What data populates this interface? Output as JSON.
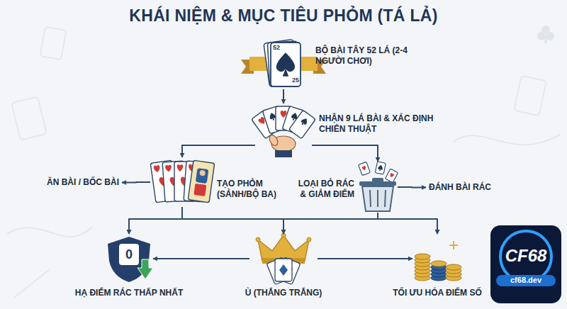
{
  "diagram": {
    "title": "KHÁI NIỆM & MỤC TIÊU PHỎM (TÁ LẢ)",
    "nodes": [
      {
        "text": [
          "BỘ BÀI TÂY 52 LÁ (2-4 NGƯỜI CHƠI)"
        ]
      },
      {
        "text": [
          "NHẬN 9 LÁ BÀI & XÁC ĐỊNH CHIẾN THUẬT"
        ]
      },
      {
        "text": [
          "ĂN BÀI / BỐC BÀI"
        ]
      },
      {
        "text": [
          "TẠO PHỎM (SẢNH/BỘ BA)"
        ]
      },
      {
        "text": [
          "LOẠI BỎ RÁC & GIẢM ĐIỂM"
        ]
      },
      {
        "text": [
          "ĐÁNH BÀI RÁC"
        ]
      },
      {
        "text": [
          "HẠ ĐIỂM RÁC THẤP NHẤT"
        ]
      },
      {
        "text": [
          "Ù (THẮNG TRẮNG)"
        ]
      },
      {
        "text": [
          "TỐI ƯU HÓA ĐIỂM SỐ"
        ]
      }
    ],
    "edges": [
      {
        "from": 0,
        "to": 1,
        "arrow": "to"
      },
      {
        "from": 1,
        "to": 3,
        "arrow": "to"
      },
      {
        "from": 1,
        "to": 4,
        "arrow": "to"
      },
      {
        "from": 3,
        "to": 2,
        "arrow": "to"
      },
      {
        "from": 4,
        "to": 5,
        "arrow": "to"
      },
      {
        "from": 3,
        "to": 6,
        "arrow": "to"
      },
      {
        "from": 3,
        "to": 7,
        "arrow": "to"
      },
      {
        "from": 3,
        "to": 8,
        "arrow": "to"
      },
      {
        "from": 4,
        "to": 6,
        "arrow": "to"
      },
      {
        "from": 4,
        "to": 7,
        "arrow": "to"
      },
      {
        "from": 4,
        "to": 8,
        "arrow": "to"
      },
      {
        "from": 7,
        "to": 6,
        "arrow": "to"
      },
      {
        "from": 7,
        "to": 8,
        "arrow": "to"
      }
    ],
    "labels": [
      "52",
      "25",
      "0",
      "CF68",
      "cf68.dev"
    ]
  }
}
